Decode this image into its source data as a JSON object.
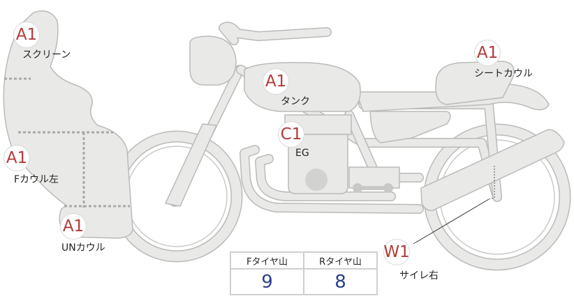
{
  "parts": [
    {
      "id": "screen",
      "grade": "A1",
      "label": "スクリーン"
    },
    {
      "id": "seatcowl",
      "grade": "A1",
      "label": "シートカウル"
    },
    {
      "id": "tank",
      "grade": "A1",
      "label": "タンク"
    },
    {
      "id": "engine",
      "grade": "C1",
      "label": "EG"
    },
    {
      "id": "fcowl",
      "grade": "A1",
      "label": "Fカウル左"
    },
    {
      "id": "undercowl",
      "grade": "A1",
      "label": "UNカウル"
    },
    {
      "id": "muffler",
      "grade": "W1",
      "label": "サイレ右"
    }
  ],
  "tires": {
    "front_label": "Fタイヤ山",
    "rear_label": "Rタイヤ山",
    "front_value": "9",
    "rear_value": "8"
  },
  "colors": {
    "grade_text": "#b43a3a",
    "tire_value": "#2a3f8f",
    "part_fill": "#e9eae8"
  }
}
